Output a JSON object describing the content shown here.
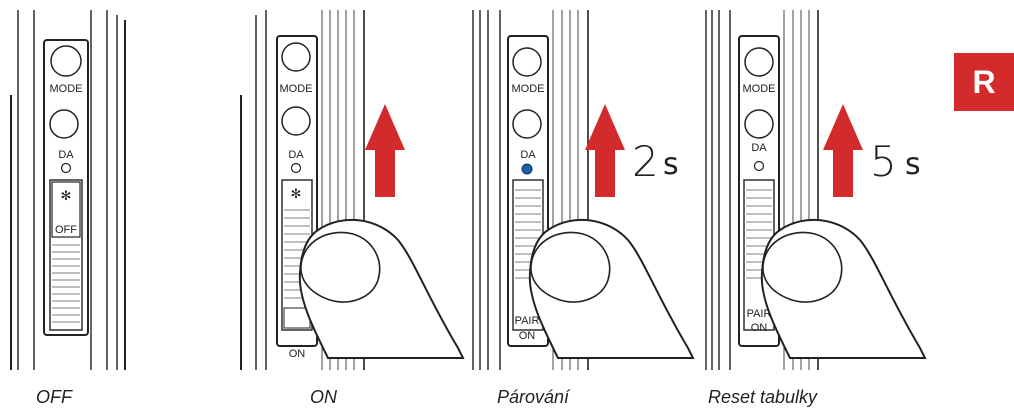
{
  "panels": [
    {
      "id": "off",
      "caption": "OFF",
      "mode_label": "MODE",
      "da_label": "DA",
      "slider_label": "OFF",
      "bottom_label": "",
      "timer": ""
    },
    {
      "id": "on",
      "caption": "ON",
      "mode_label": "MODE",
      "da_label": "DA",
      "slider_label": "",
      "bottom_label": "ON",
      "timer": ""
    },
    {
      "id": "pair",
      "caption": "Párování",
      "mode_label": "MODE",
      "da_label": "DA",
      "slider_label": "",
      "bottom_label": "PAIR ON",
      "bottom_l1": "PAIR",
      "bottom_l2": "ON",
      "timer": "2s",
      "timer_num": "2",
      "timer_unit": "s"
    },
    {
      "id": "reset",
      "caption": "Reset tabulky",
      "mode_label": "MODE",
      "da_label": "DA",
      "slider_label": "",
      "bottom_label": "PAIR ON",
      "bottom_l1": "PAIR",
      "bottom_l2": "ON",
      "timer": "5 s",
      "timer_num": "5",
      "timer_unit": "s"
    }
  ],
  "badge": "R",
  "colors": {
    "arrow": "#d32a2c",
    "led_active": "#1f5fa8",
    "badge": "#d32a2c",
    "line": "#222222"
  },
  "icons": [
    "bluetooth-icon",
    "finger-icon",
    "up-arrow-icon",
    "led-indicator"
  ]
}
